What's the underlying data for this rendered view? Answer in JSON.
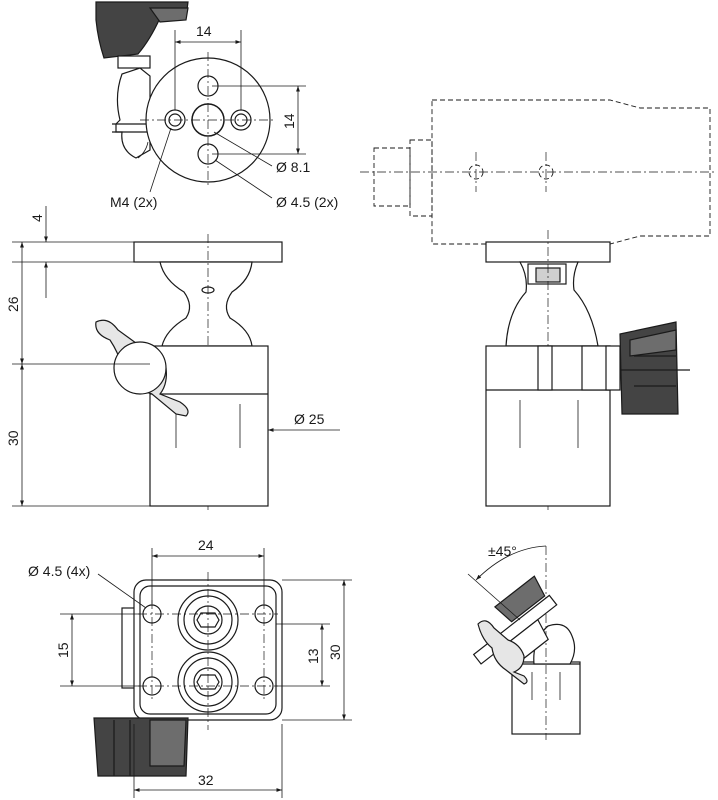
{
  "labels": {
    "top_width": "14",
    "top_height": "14",
    "top_bore": "Ø 8.1",
    "top_threads": "M4 (2x)",
    "top_holes": "Ø 4.5 (2x)",
    "side_plate": "4",
    "side_upper": "26",
    "side_lower": "30",
    "side_diameter": "Ø 25",
    "bottom_width": "24",
    "bottom_holes": "Ø 4.5 (4x)",
    "bottom_spacing_left": "15",
    "bottom_spacing_right": "13",
    "bottom_height": "30",
    "bottom_overall": "32",
    "tilt_angle": "±45°"
  }
}
